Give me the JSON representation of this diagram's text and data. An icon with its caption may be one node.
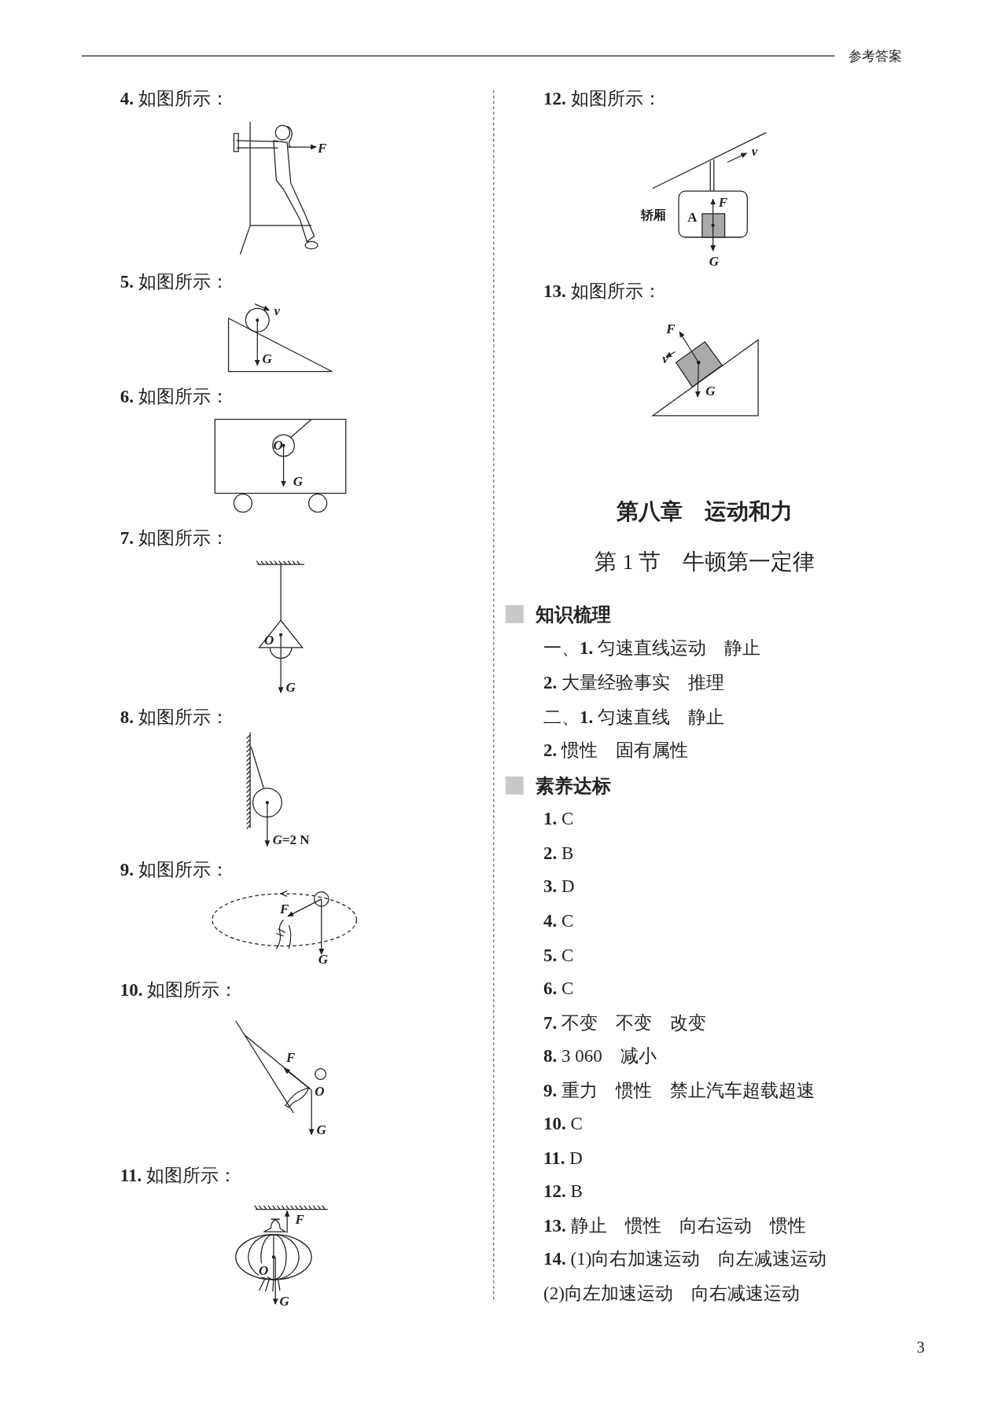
{
  "diagram": {
    "labels": [
      "参考答案",
      "**4.** 如图所示：",
      "F",
      "**5.** 如图所示：",
      "v",
      "G",
      "**6.** 如图所示：",
      "O",
      "G",
      "**7.** 如图所示：",
      "O",
      "G",
      "**8.** 如图所示：",
      "*G*=2 N",
      "**9.** 如图所示：",
      "F",
      "G",
      "**10.** 如图所示：",
      "F",
      "O",
      "G",
      "**11.** 如图所示：",
      "F",
      "O",
      "G",
      "**12.** 如图所示：",
      "v",
      "F",
      "轿厢",
      "A",
      "G",
      "**13.** 如图所示：",
      "F",
      "v",
      "G",
      "第八章　运动和力",
      "第 1 节　牛顿第一定律",
      "知识梳理",
      "一、**1.** 匀速直线运动　静止",
      "**2.** 大量经验事实　推理",
      "二、**1.** 匀速直线　静止",
      "**2.** 惯性　固有属性",
      "素养达标",
      "**1.** C",
      "**2.** B",
      "**3.** D",
      "**4.** C",
      "**5.** C",
      "**6.** C",
      "**7.** 不变　不变　改变",
      "**8.** 3 060　减小",
      "**9.** 重力　惯性　禁止汽车超载超速",
      "**10.** C",
      "**11.** D",
      "**12.** B",
      "**13.** 静止　惯性　向右运动　惯性",
      "**14.** (1)向右加速运动　向左减速运动",
      "(2)向左加速运动　向右减速运动",
      "3"
    ]
  }
}
